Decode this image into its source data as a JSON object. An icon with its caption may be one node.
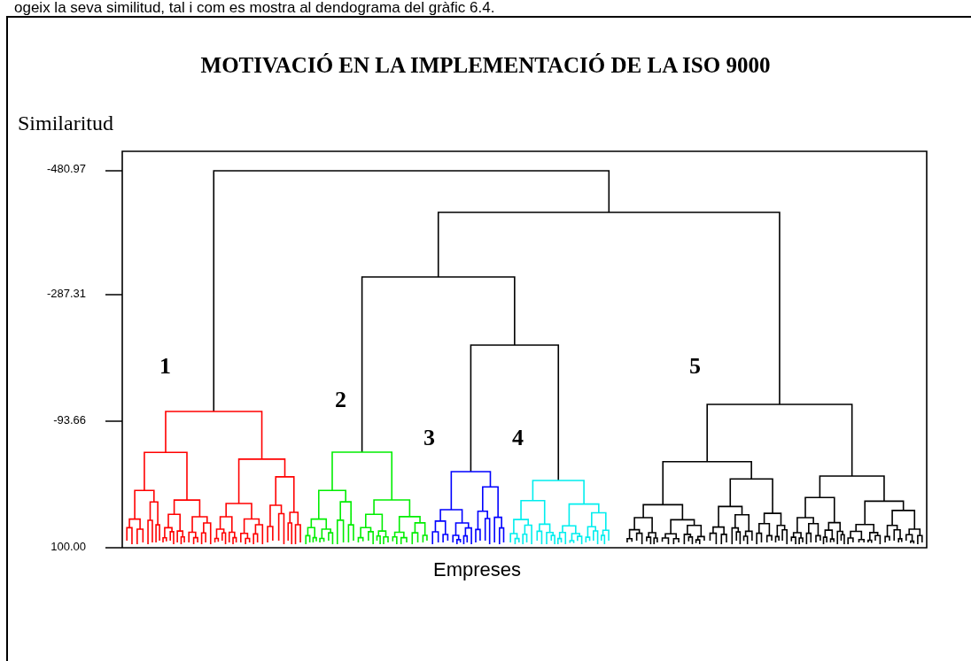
{
  "diagram": {
    "title": "MOTIVACIÓ EN LA IMPLEMENTACIÓ DE LA ISO 9000",
    "labels": [
      "ogeix la seva similitud, tal i com es mostra al dendograma del gràfic 6.4.",
      "Similaritud",
      "-480.97",
      "-287.31",
      "1",
      "5",
      "2",
      "-93.66",
      "3",
      "4",
      "100.00",
      "Empreses"
    ]
  }
}
